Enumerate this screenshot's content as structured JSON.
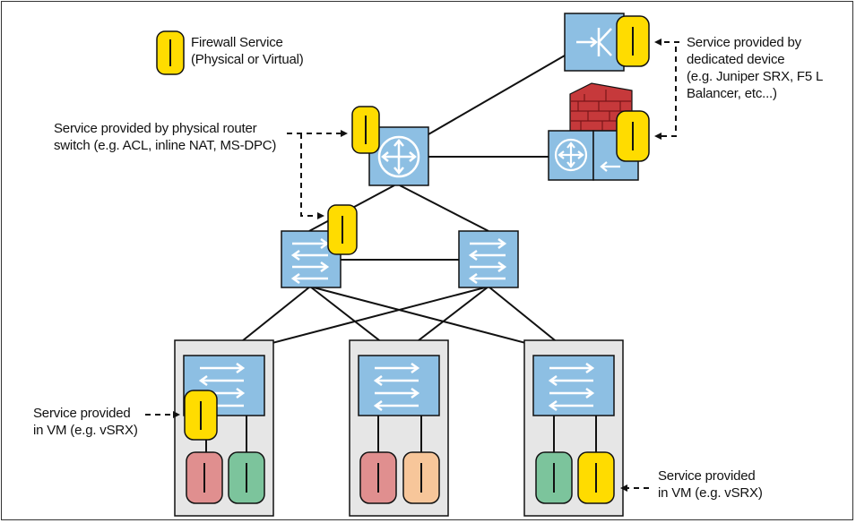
{
  "legend": {
    "line1": "Firewall Service",
    "line2": "(Physical or Virtual)"
  },
  "callouts": {
    "router": {
      "line1": "Service provided by physical router",
      "line2": "switch (e.g. ACL, inline NAT, MS-DPC)"
    },
    "dedicated": {
      "line1": "Service provided by",
      "line2": "dedicated device",
      "line3": "(e.g. Juniper SRX, F5 L",
      "line4": "Balancer, etc...)"
    },
    "vm_left": {
      "line1": "Service provided",
      "line2": "in VM (e.g. vSRX)"
    },
    "vm_right": {
      "line1": "Service provided",
      "line2": "in VM (e.g. vSRX)"
    }
  },
  "colors": {
    "device_blue": "#8dbfe3",
    "device_outline": "#1a1a1a",
    "service_yellow": "#ffdc00",
    "server_gray": "#e6e6e6",
    "vm_red": "#e08f8f",
    "vm_green": "#7cc49c",
    "vm_orange": "#f7c69a",
    "firewall_brick": "#c6393b"
  },
  "icons": {
    "service": "firewall-service-icon",
    "router": "router-icon",
    "switch": "switch-icon",
    "load_balancer": "load-balancer-icon",
    "firewall_wall": "brick-wall-icon"
  }
}
